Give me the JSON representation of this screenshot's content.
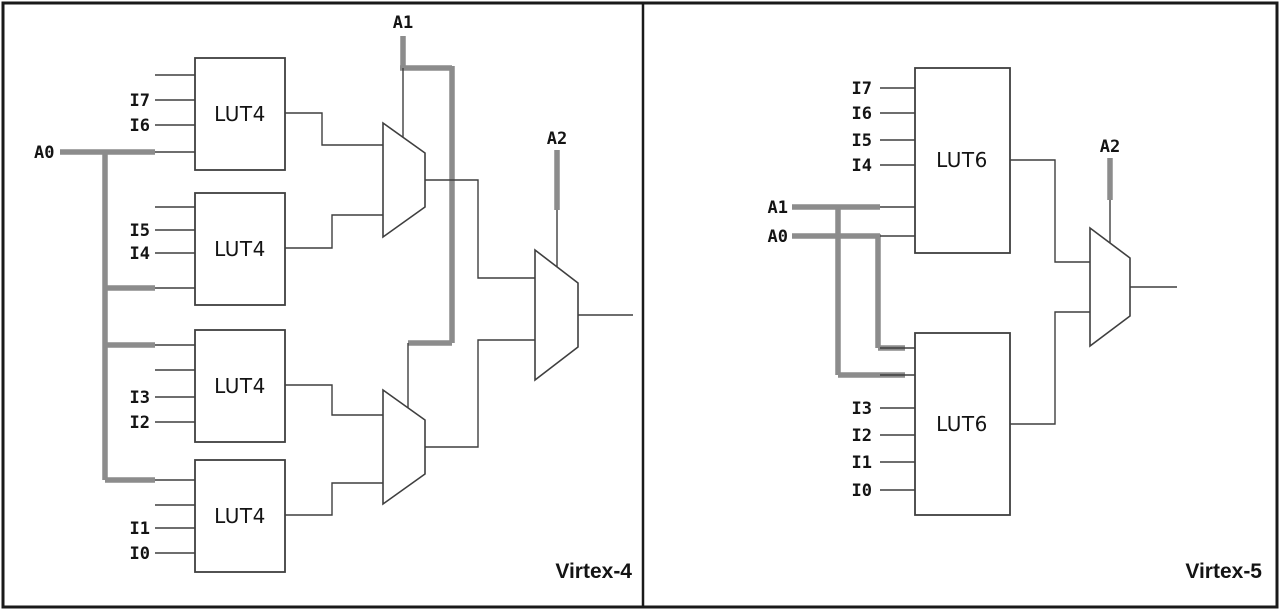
{
  "left": {
    "title": "Virtex-4",
    "luts": [
      "LUT4",
      "LUT4",
      "LUT4",
      "LUT4"
    ],
    "inputs": [
      "I7",
      "I6",
      "I5",
      "I4",
      "I3",
      "I2",
      "I1",
      "I0"
    ],
    "selects": {
      "a0": "A0",
      "a1": "A1",
      "a2": "A2"
    }
  },
  "right": {
    "title": "Virtex-5",
    "luts": [
      "LUT6",
      "LUT6"
    ],
    "inputs": [
      "I7",
      "I6",
      "I5",
      "I4",
      "I3",
      "I2",
      "I1",
      "I0"
    ],
    "selects": {
      "a0": "A0",
      "a1": "A1",
      "a2": "A2"
    }
  },
  "colors": {
    "line": "#3f3f3f",
    "bus": "#8c8c8c",
    "frame": "#1a1a1a",
    "text": "#141414",
    "bg": "#ffffff"
  }
}
